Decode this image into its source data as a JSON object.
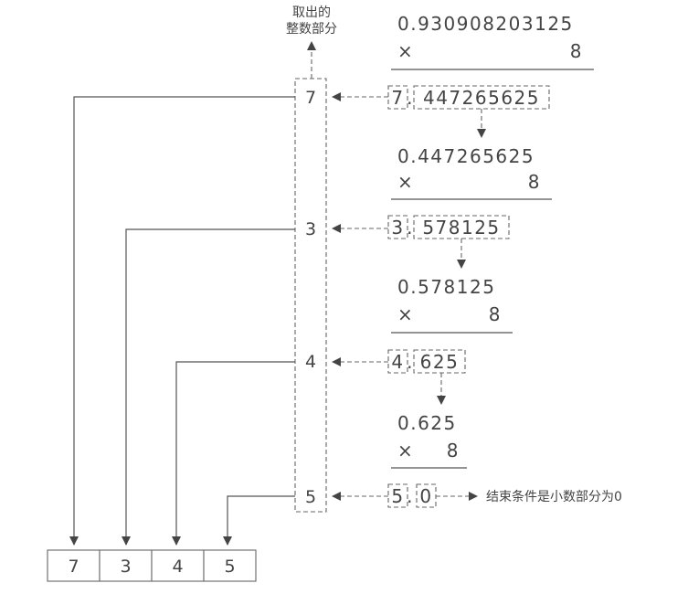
{
  "caption_take_integer": [
    "取出的",
    "整数部分"
  ],
  "end_condition": "结束条件是小数部分为0",
  "steps": [
    {
      "multiplicand": "0.930908203125",
      "multiplier": "8",
      "product_int": "7",
      "product_frac": "447265625"
    },
    {
      "multiplicand": "0.447265625",
      "multiplier": "8",
      "product_int": "3",
      "product_frac": "578125"
    },
    {
      "multiplicand": "0.578125",
      "multiplier": "8",
      "product_int": "4",
      "product_frac": "625"
    },
    {
      "multiplicand": "0.625",
      "multiplier": "8",
      "product_int": "5",
      "product_frac": "0"
    }
  ],
  "times_symbol": "×",
  "decimal_point": ".",
  "integer_column": [
    "7",
    "3",
    "4",
    "5"
  ],
  "result_digits": [
    "7",
    "3",
    "4",
    "5"
  ]
}
